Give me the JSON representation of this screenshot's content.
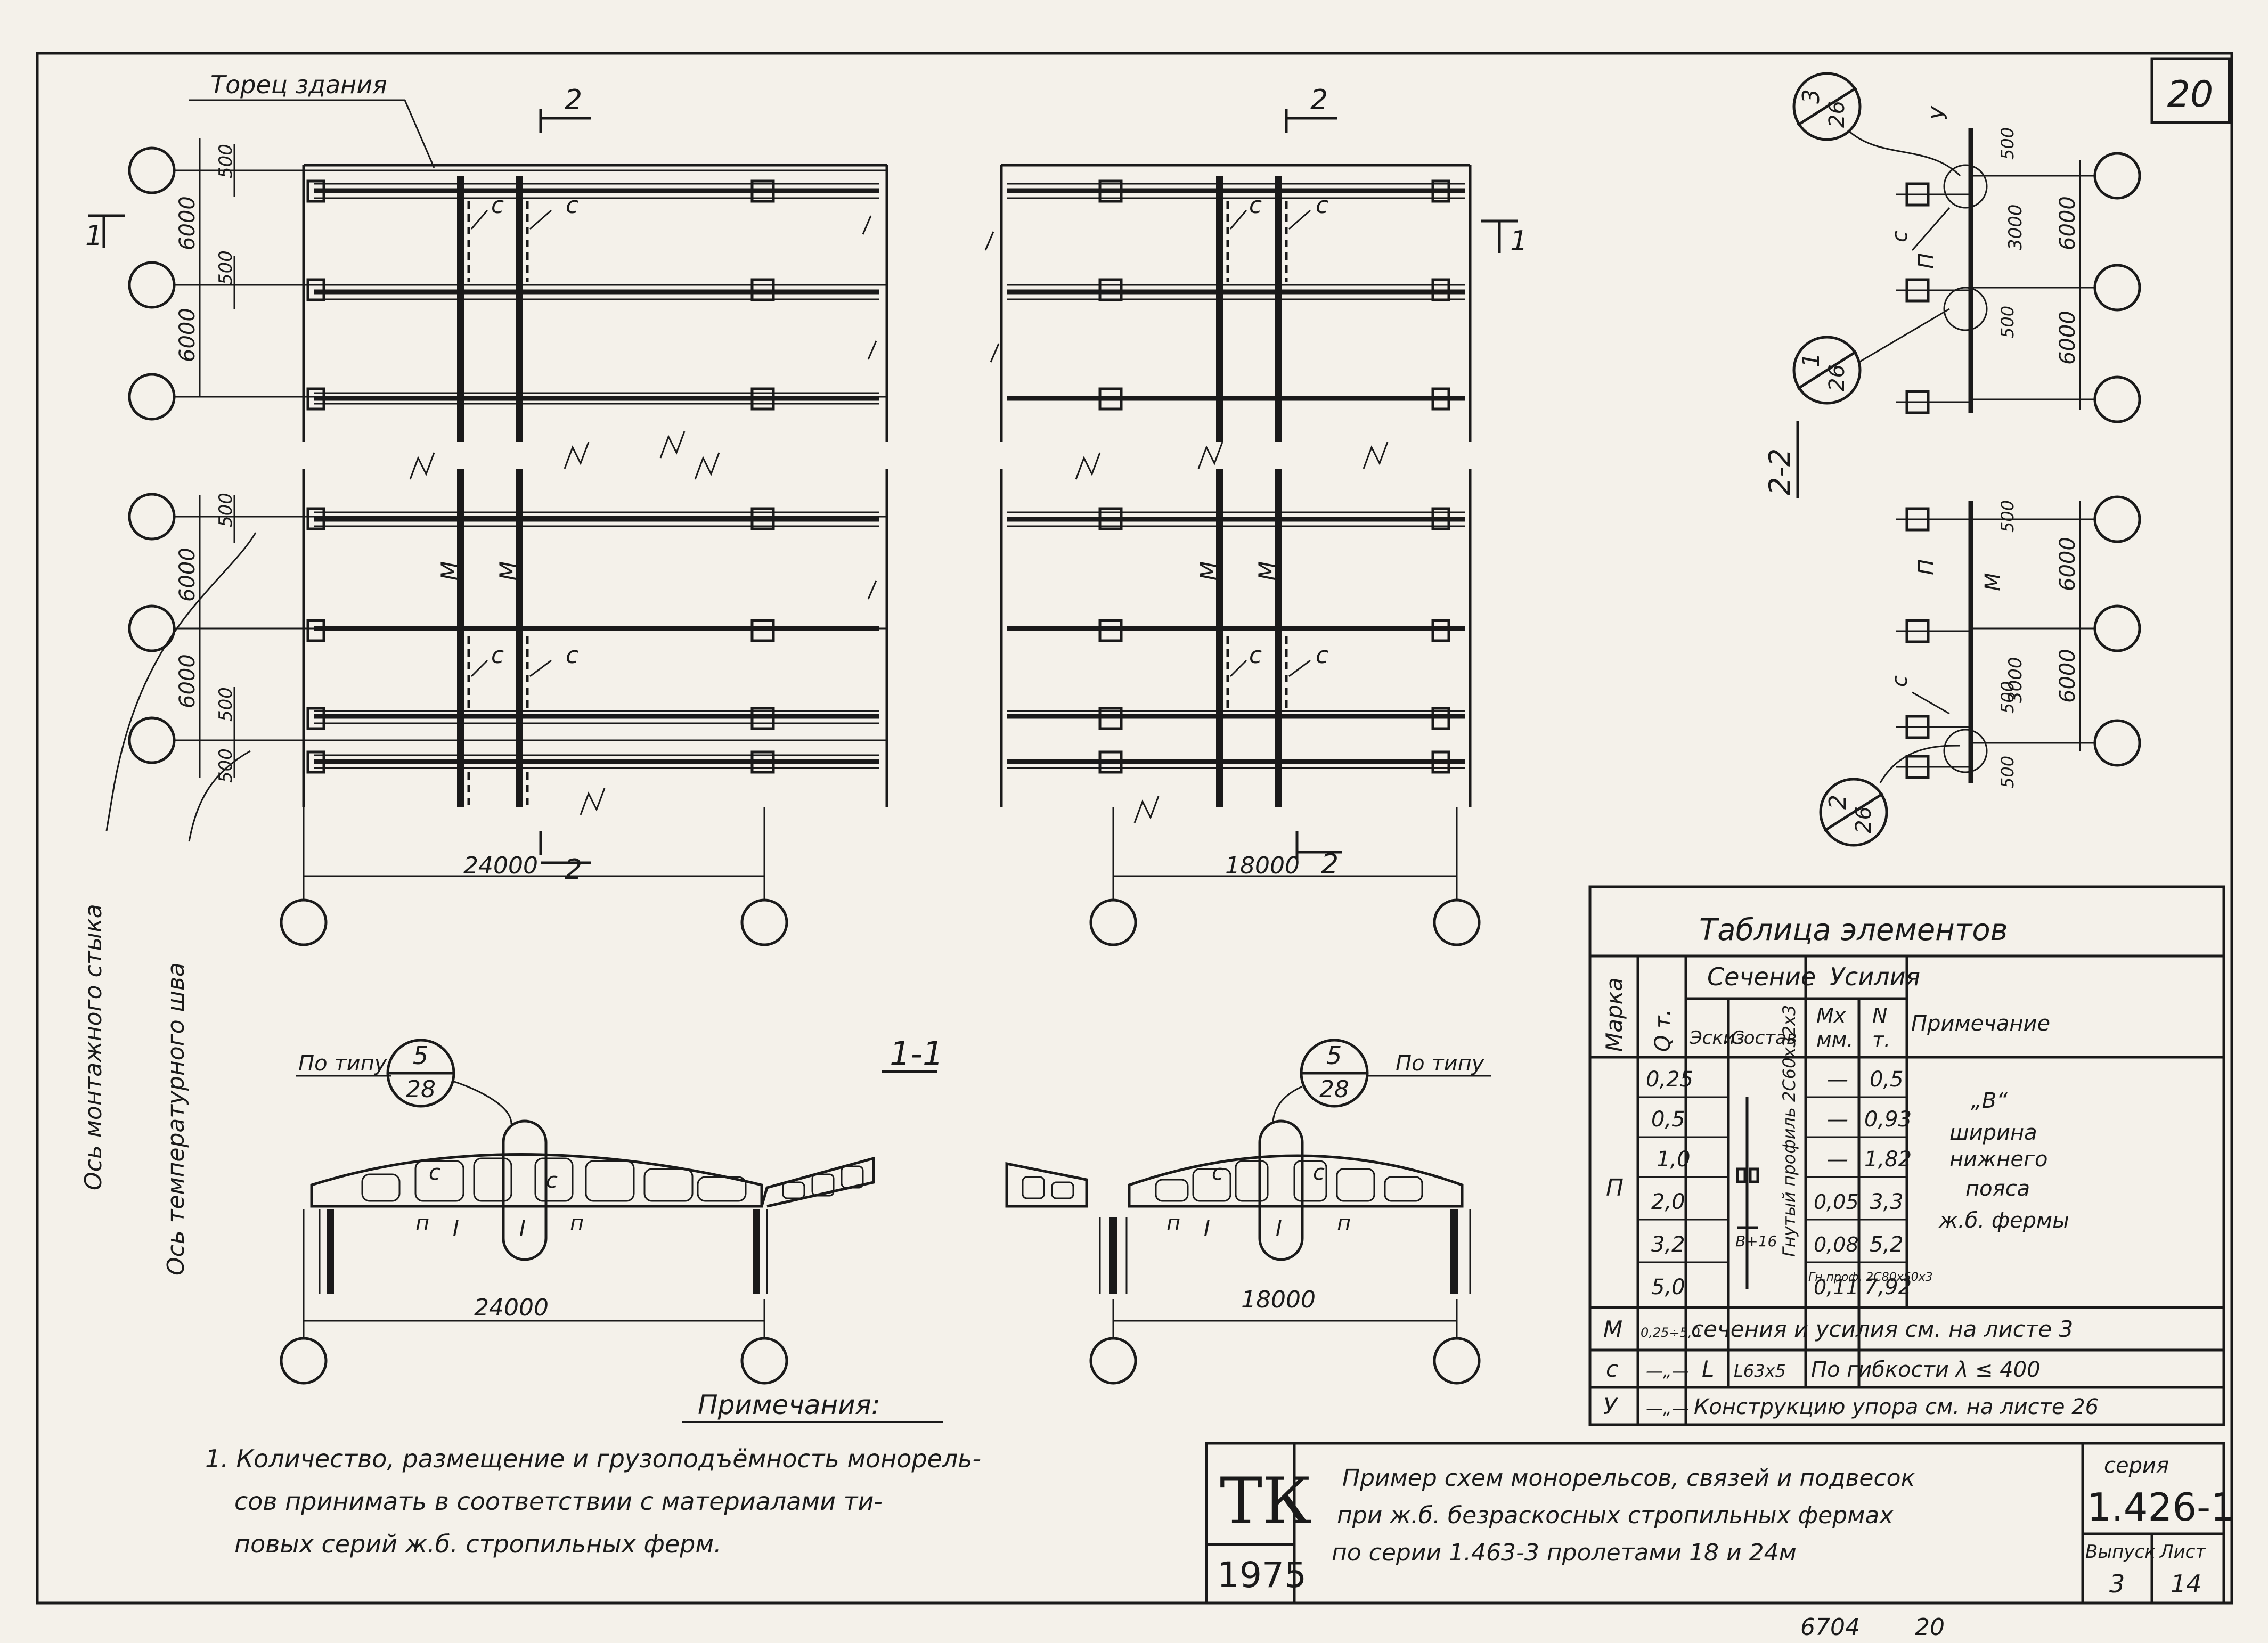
{
  "sheet_number": "20",
  "plan": {
    "building_end_label": "Торец здания",
    "cut_mark": "2",
    "cut_1_mark": "1",
    "left_span": "24000",
    "right_span": "18000",
    "dim_500": "500",
    "dim_6000": "6000",
    "dim_3000": "3000",
    "brace_c": "с",
    "brace_m": "М",
    "axis_mounting_joint": "Ось монтажного стыка",
    "axis_temperature_joint": "Ось температурного шва"
  },
  "section_1_1": {
    "title": "1-1",
    "by_type_left": "По типу",
    "by_type_right": "По типу",
    "callout_num": "5",
    "callout_den": "28",
    "label_p": "п",
    "label_i": "I",
    "label_c": "с",
    "left_span": "24000",
    "right_span": "18000"
  },
  "section_2_2": {
    "title": "2-2",
    "callout_top_num": "3",
    "callout_top_den": "26",
    "callout_mid_num": "1",
    "callout_mid_den": "26",
    "callout_bot_num": "2",
    "callout_bot_den": "26",
    "label_y": "У",
    "label_c": "с",
    "label_p": "П",
    "label_m": "М"
  },
  "table": {
    "title": "Таблица элементов",
    "headers": {
      "mark": "Марка",
      "load": "Q т.",
      "section": "Сечение",
      "sketch": "Эскиз",
      "composition": "Состав",
      "forces": "Усилия",
      "mx": "Mx",
      "mx_unit": "мм.",
      "n": "N",
      "n_unit": "т.",
      "note": "Примечание"
    },
    "mark_p": "П",
    "load_values": [
      "0,25",
      "0,5",
      "1,0",
      "2,0",
      "3,2",
      "5,0"
    ],
    "mx_values": [
      "—",
      "—",
      "—",
      "0,05",
      "0,08",
      "0,11"
    ],
    "n_values": [
      "0,5",
      "0,93",
      "1,82",
      "3,3",
      "5,2",
      "7,92"
    ],
    "composition_main": "Гнутый профиль 2С60х32х3",
    "composition_last": "Гн.проф. 2С80х50х3",
    "sketch_label": "B+16",
    "note_lines": [
      "„B“",
      "ширина",
      "нижнего",
      "пояса",
      "ж.б. фермы"
    ],
    "row_m": {
      "mark": "М",
      "load": "0,25÷5,0",
      "text": "сечения и усилия см. на листе 3"
    },
    "row_c": {
      "mark": "с",
      "load": "—„—",
      "sketch": "L",
      "comp": "L63х5",
      "text": "По гибкости  λ ≤ 400"
    },
    "row_y": {
      "mark": "У",
      "load": "—„—",
      "text": "Конструкцию упора см. на листе 26"
    }
  },
  "notes": {
    "heading": "Примечания:",
    "line1": "1. Количество, размещение и грузоподъёмность монорель-",
    "line2": "сов принимать в соответствии с материалами ти-",
    "line3": "повых серий ж.б. стропильных ферм."
  },
  "title_block": {
    "logo": "ТК",
    "year": "1975",
    "desc_line1": "Пример схем монорельсов, связей и подвесок",
    "desc_line2": "при ж.б. безраскосных стропильных фермах",
    "desc_line3": "по серии  1.463-3  пролетами  18 и 24м",
    "series_label": "серия",
    "series_value": "1.426-1",
    "issue_label": "Выпуск",
    "issue_value": "3",
    "sheet_label": "Лист",
    "sheet_value": "14"
  },
  "footer": {
    "doc_num": "6704",
    "page_num": "20"
  }
}
